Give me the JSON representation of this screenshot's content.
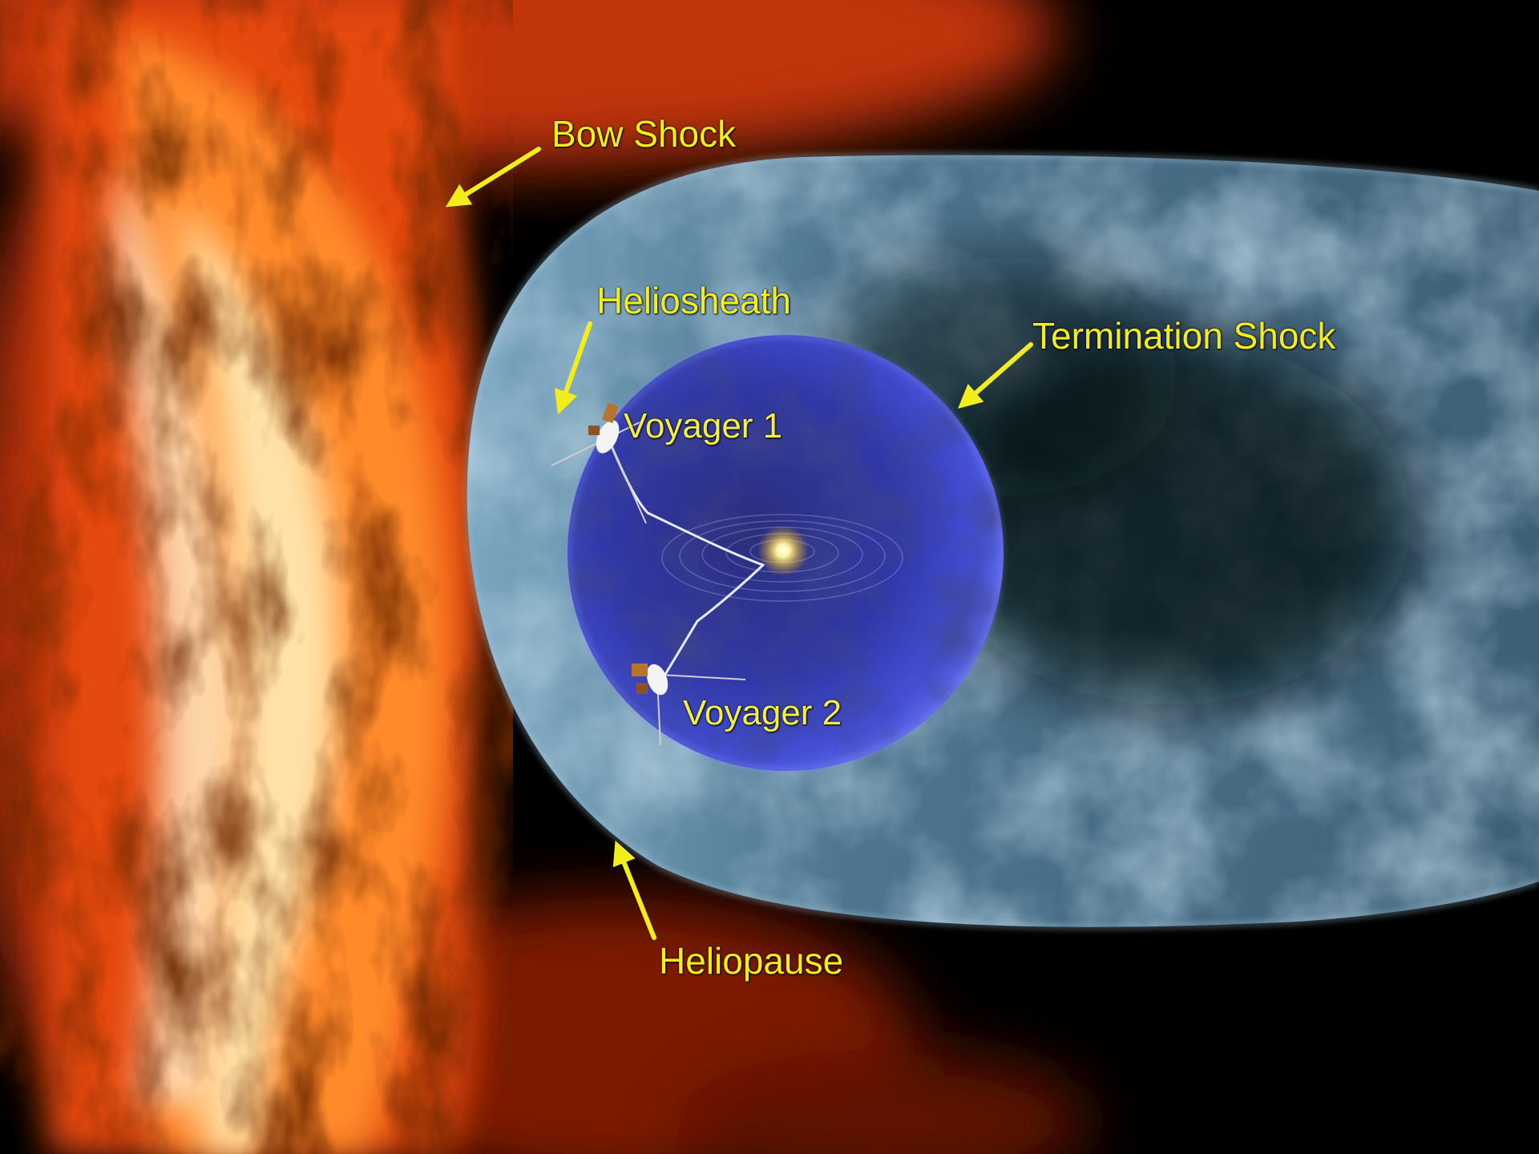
{
  "labels": {
    "bow_shock": "Bow Shock",
    "heliosheath": "Heliosheath",
    "termination_shock": "Termination Shock",
    "voyager_1": "Voyager 1",
    "voyager_2": "Voyager 2",
    "heliopause": "Heliopause"
  },
  "colors": {
    "background": "#000000",
    "label_text": "#f2ee1c",
    "arrow": "#f2ee1c",
    "bow_shock_orange": "#ff5a10",
    "bow_shock_core": "#ffe9b0",
    "heliosheath_blue_gray": "#5f8aa6",
    "termination_sphere_blue": "#3b45c8",
    "sun": "#fff3a0"
  }
}
